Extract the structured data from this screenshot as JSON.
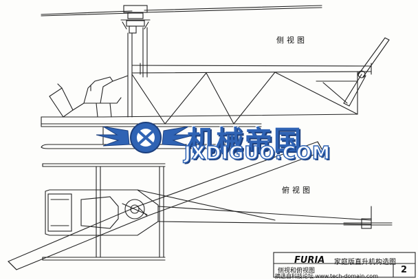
{
  "labels": {
    "side_view": "侧视图",
    "top_view": "俯视图"
  },
  "watermark": {
    "brand_cn": "机械帝国",
    "brand_en": "JXDIGUO.COM",
    "color": "#2f63b4"
  },
  "title_block": {
    "brand": "FURIA",
    "title": "家庭版直升机构造图",
    "subtitle": "侧视和俯视图",
    "sheet_number": "2",
    "source": "摘选自科技论坛 www.tech-domain.com"
  },
  "colors": {
    "ink": "#222222",
    "paper": "#fdfdfb"
  }
}
